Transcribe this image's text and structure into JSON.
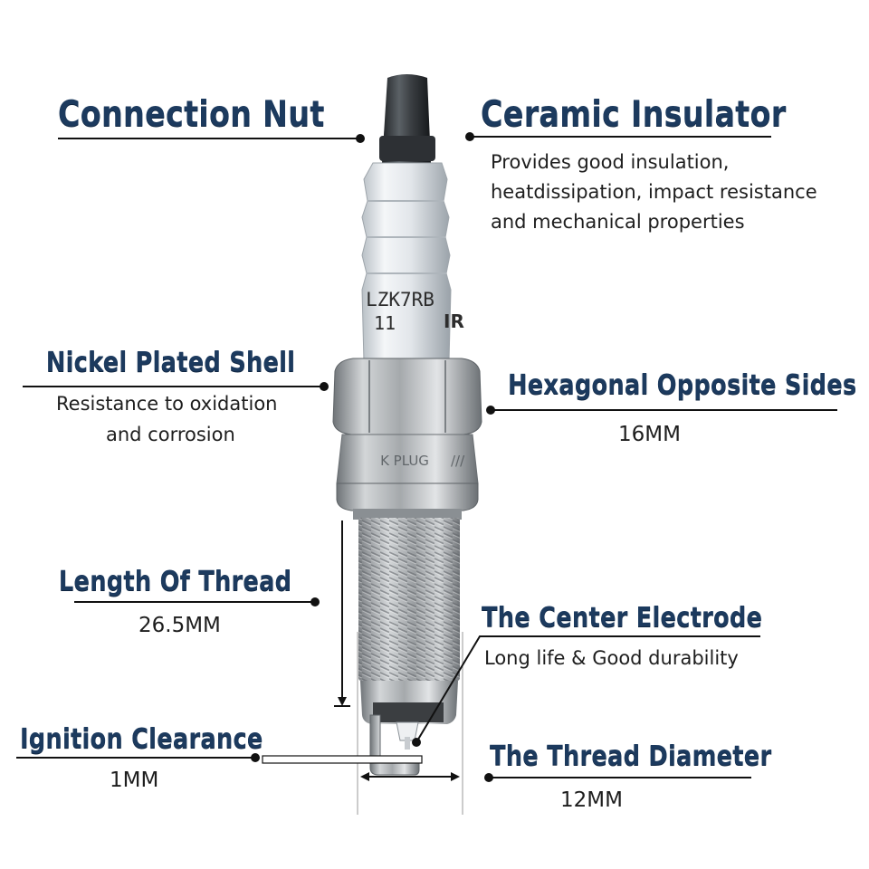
{
  "plug": {
    "model_line1": "LZK7RB",
    "model_line2": "11",
    "side_mark": "IR",
    "band_text": "K PLUG",
    "band_tail": "///"
  },
  "callouts": {
    "connection_nut": {
      "title": "Connection Nut"
    },
    "ceramic_insulator": {
      "title": "Ceramic Insulator",
      "desc_lines": [
        "Provides good insulation,",
        "heatdissipation, impact resistance",
        "and mechanical properties"
      ]
    },
    "nickel_plated_shell": {
      "title": "Nickel Plated Shell",
      "desc_lines": [
        "Resistance to oxidation",
        "and corrosion"
      ]
    },
    "hexagonal_opposite_sides": {
      "title": "Hexagonal Opposite Sides",
      "value": "16MM"
    },
    "length_of_thread": {
      "title": "Length Of Thread",
      "value": "26.5MM"
    },
    "center_electrode": {
      "title": "The Center Electrode",
      "desc": "Long life & Good durability"
    },
    "ignition_clearance": {
      "title": "Ignition Clearance",
      "value": "1MM"
    },
    "thread_diameter": {
      "title": "The Thread Diameter",
      "value": "12MM"
    }
  },
  "colors": {
    "title": "#1c3a5e",
    "text": "#1e1e1e",
    "leader": "#111111",
    "insulator": "#e9edf0",
    "shell": "#b7bbbe",
    "terminal": "#3f4347"
  }
}
